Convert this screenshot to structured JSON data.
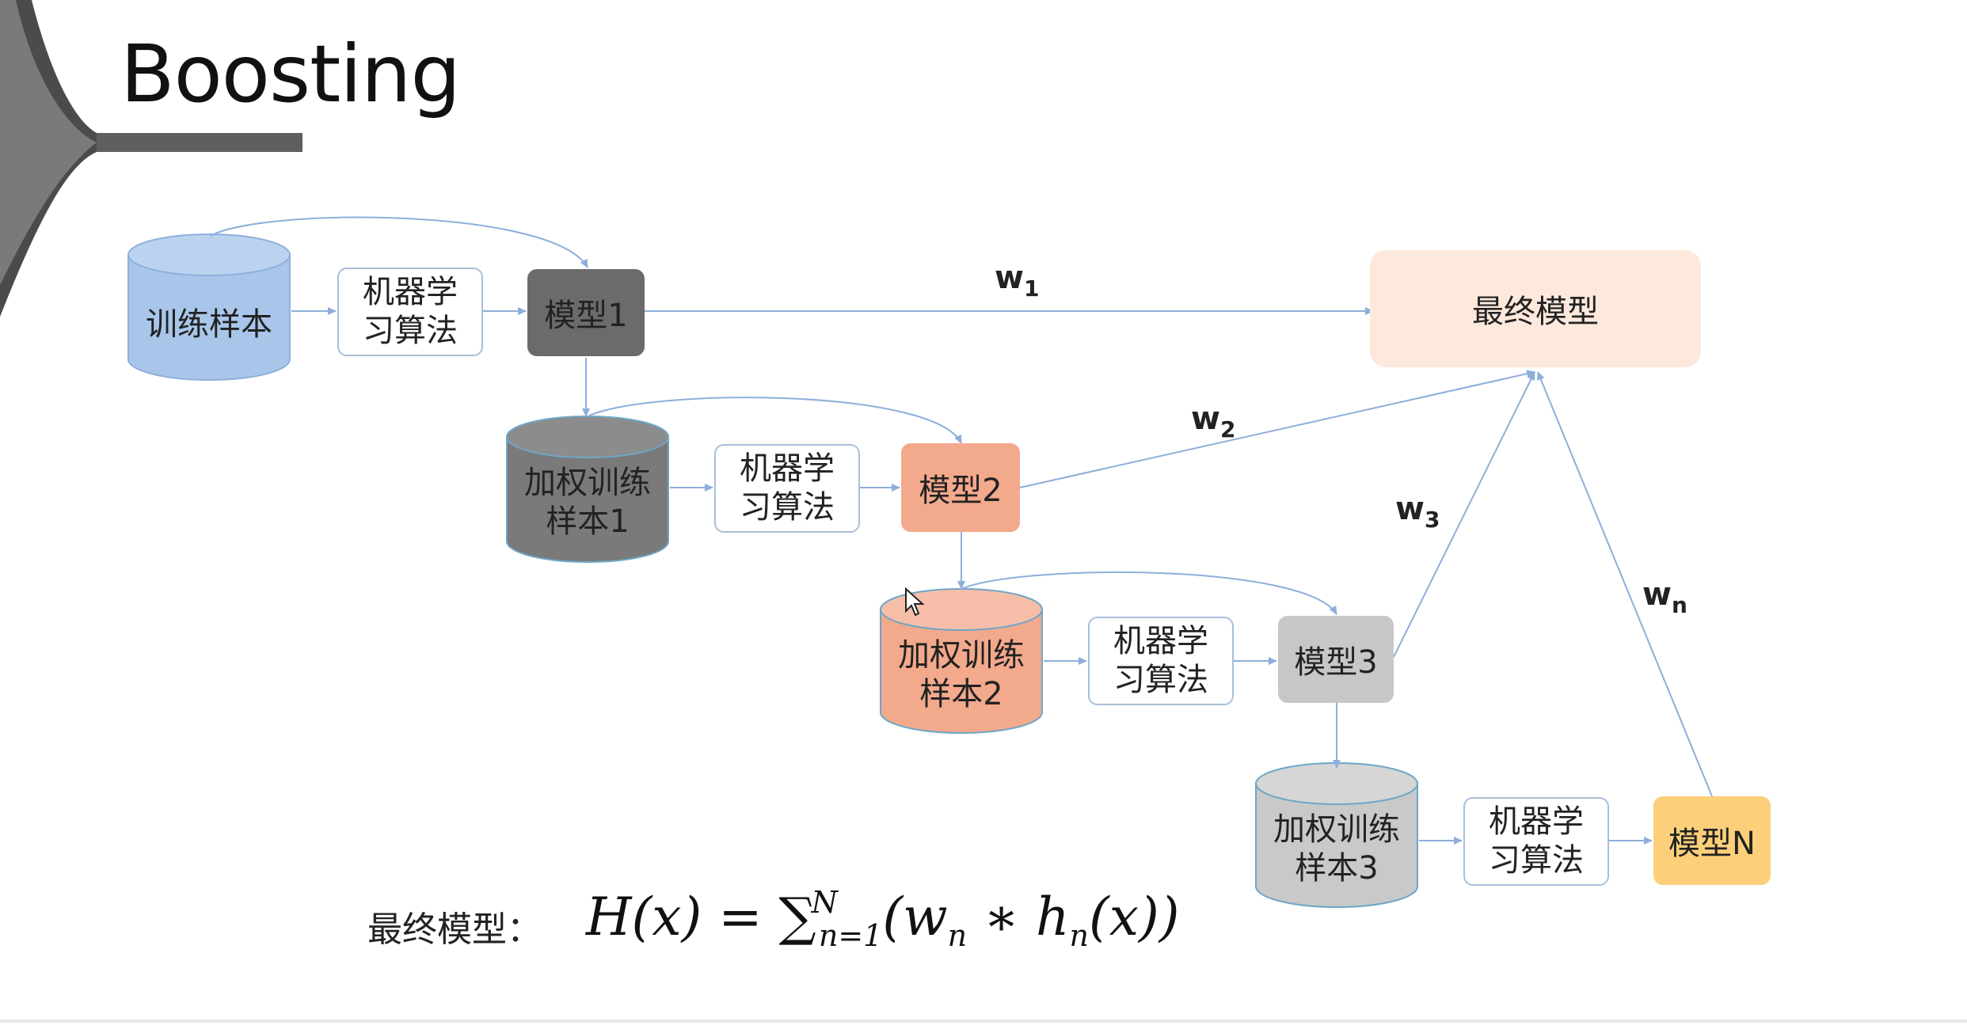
{
  "title": "Boosting",
  "nodes": {
    "training_sample": "训练样本",
    "algo_label": "机器学\n习算法",
    "model1": "模型1",
    "model2": "模型2",
    "model3": "模型3",
    "modelN": "模型N",
    "weighted1": "加权训练\n样本1",
    "weighted2": "加权训练\n样本2",
    "weighted3": "加权训练\n样本3",
    "final_model": "最终模型"
  },
  "weights": {
    "w1_base": "w",
    "w1_sub": "1",
    "w2_base": "w",
    "w2_sub": "2",
    "w3_base": "w",
    "w3_sub": "3",
    "wn_base": "w",
    "wn_sub": "n"
  },
  "formula": {
    "label": "最终模型：",
    "lhs": "H(x) = ",
    "sigma": "∑",
    "sum_upper": "N",
    "sum_lower": "n=1",
    "rhs_open": "(w",
    "rhs_w_sub": "n",
    "rhs_mid": " ∗ h",
    "rhs_h_sub": "n",
    "rhs_close": "(x))"
  },
  "colors": {
    "blue_cylinder": "#a9c6ea",
    "dark_cylinder": "#7a7a7a",
    "salmon_cylinder": "#f3a98c",
    "light_cylinder": "#c9c9c9",
    "arrow": "#8eaedb"
  }
}
